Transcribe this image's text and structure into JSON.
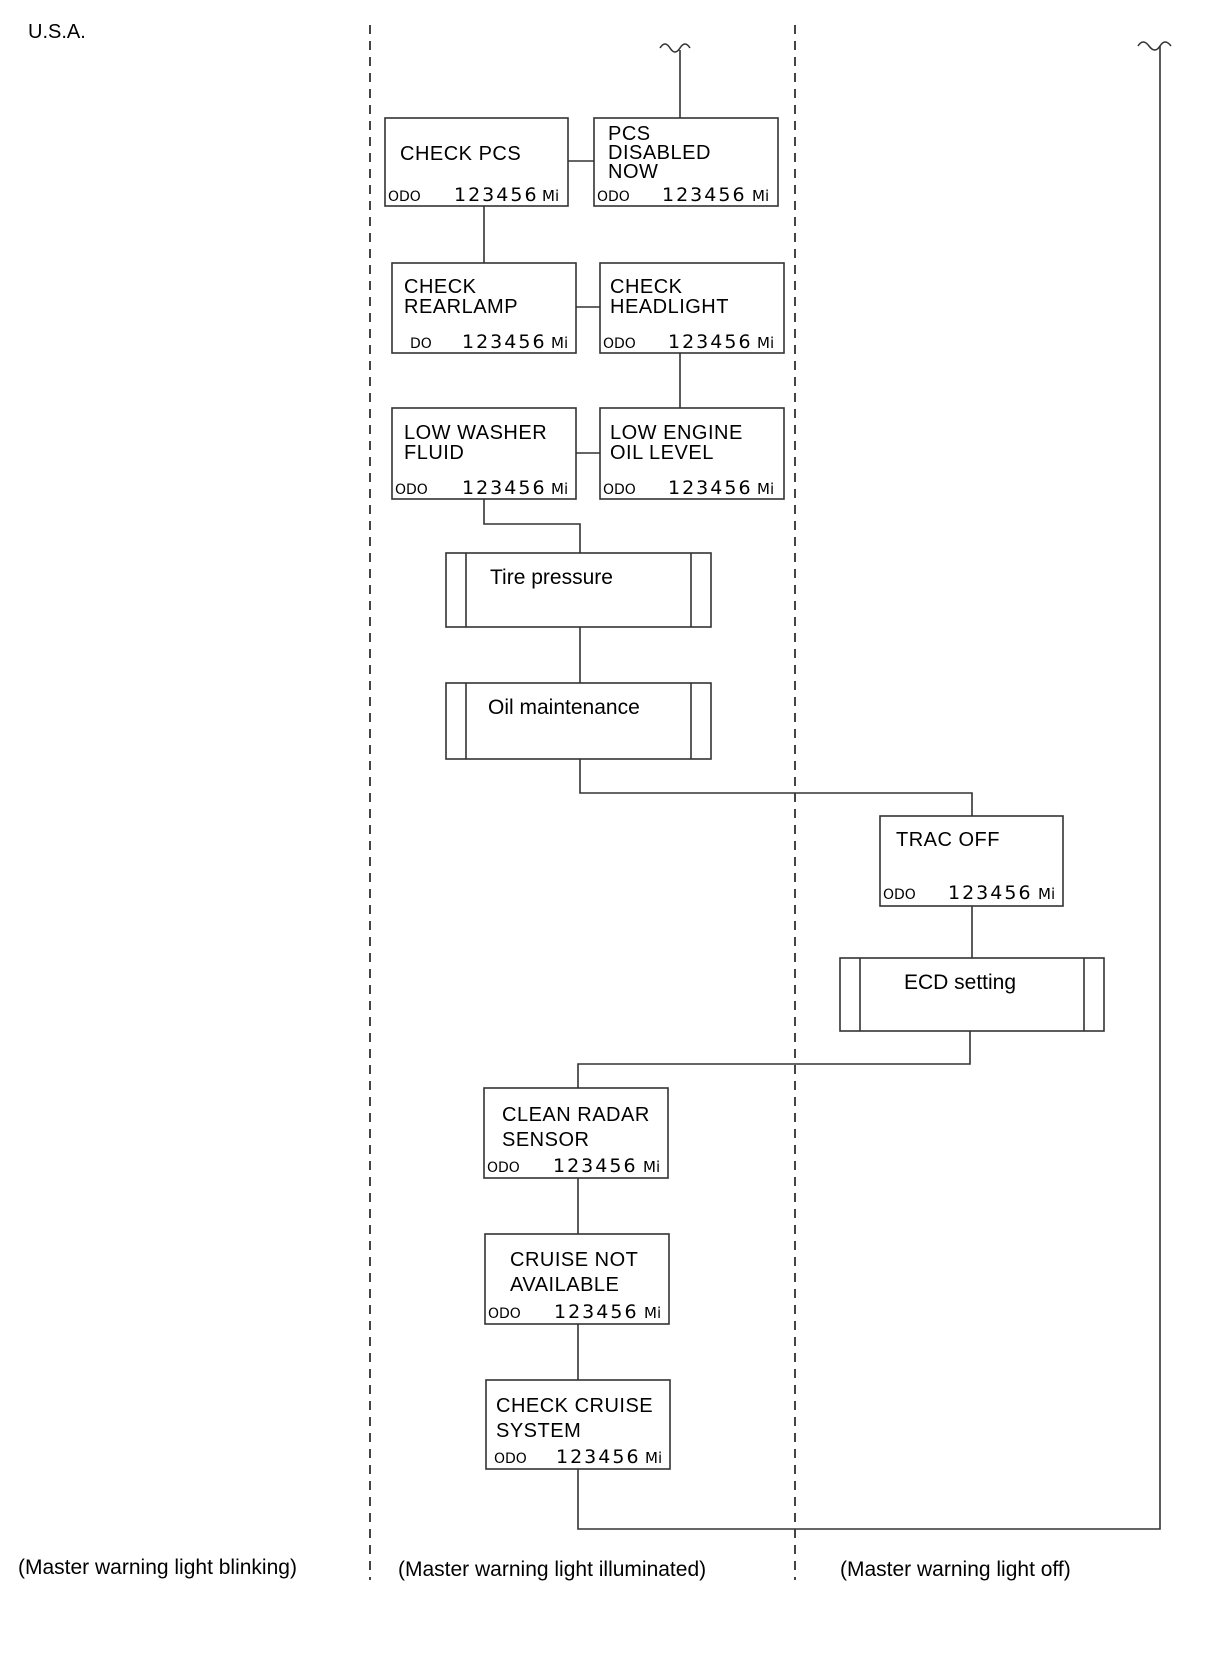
{
  "region": "U.S.A.",
  "captions": {
    "blinking": "(Master warning light blinking)",
    "illuminated": "(Master warning light illuminated)",
    "off": "(Master warning light off)"
  },
  "odo": {
    "label": "ODO",
    "label_partial": "DO",
    "value": "123456",
    "unit": "Mi"
  },
  "displays": {
    "check_pcs": [
      "CHECK  PCS"
    ],
    "pcs_disabled": [
      "PCS",
      "DISABLED",
      "NOW"
    ],
    "check_rearlamp": [
      "CHECK",
      "REARLAMP"
    ],
    "check_headlight": [
      "CHECK",
      "HEADLIGHT"
    ],
    "low_washer": [
      "LOW  WASHER",
      "FLUID"
    ],
    "low_engine_oil": [
      "LOW  ENGINE",
      "OIL  LEVEL"
    ],
    "trac_off": [
      "TRAC  OFF"
    ],
    "clean_radar": [
      "CLEAN RADAR",
      "SENSOR"
    ],
    "cruise_not_available": [
      "CRUISE NOT",
      "AVAILABLE"
    ],
    "check_cruise": [
      "CHECK CRUISE",
      "SYSTEM"
    ]
  },
  "subprocesses": {
    "tire_pressure": "Tire pressure",
    "oil_maintenance": "Oil maintenance",
    "ecd_setting": "ECD setting"
  }
}
